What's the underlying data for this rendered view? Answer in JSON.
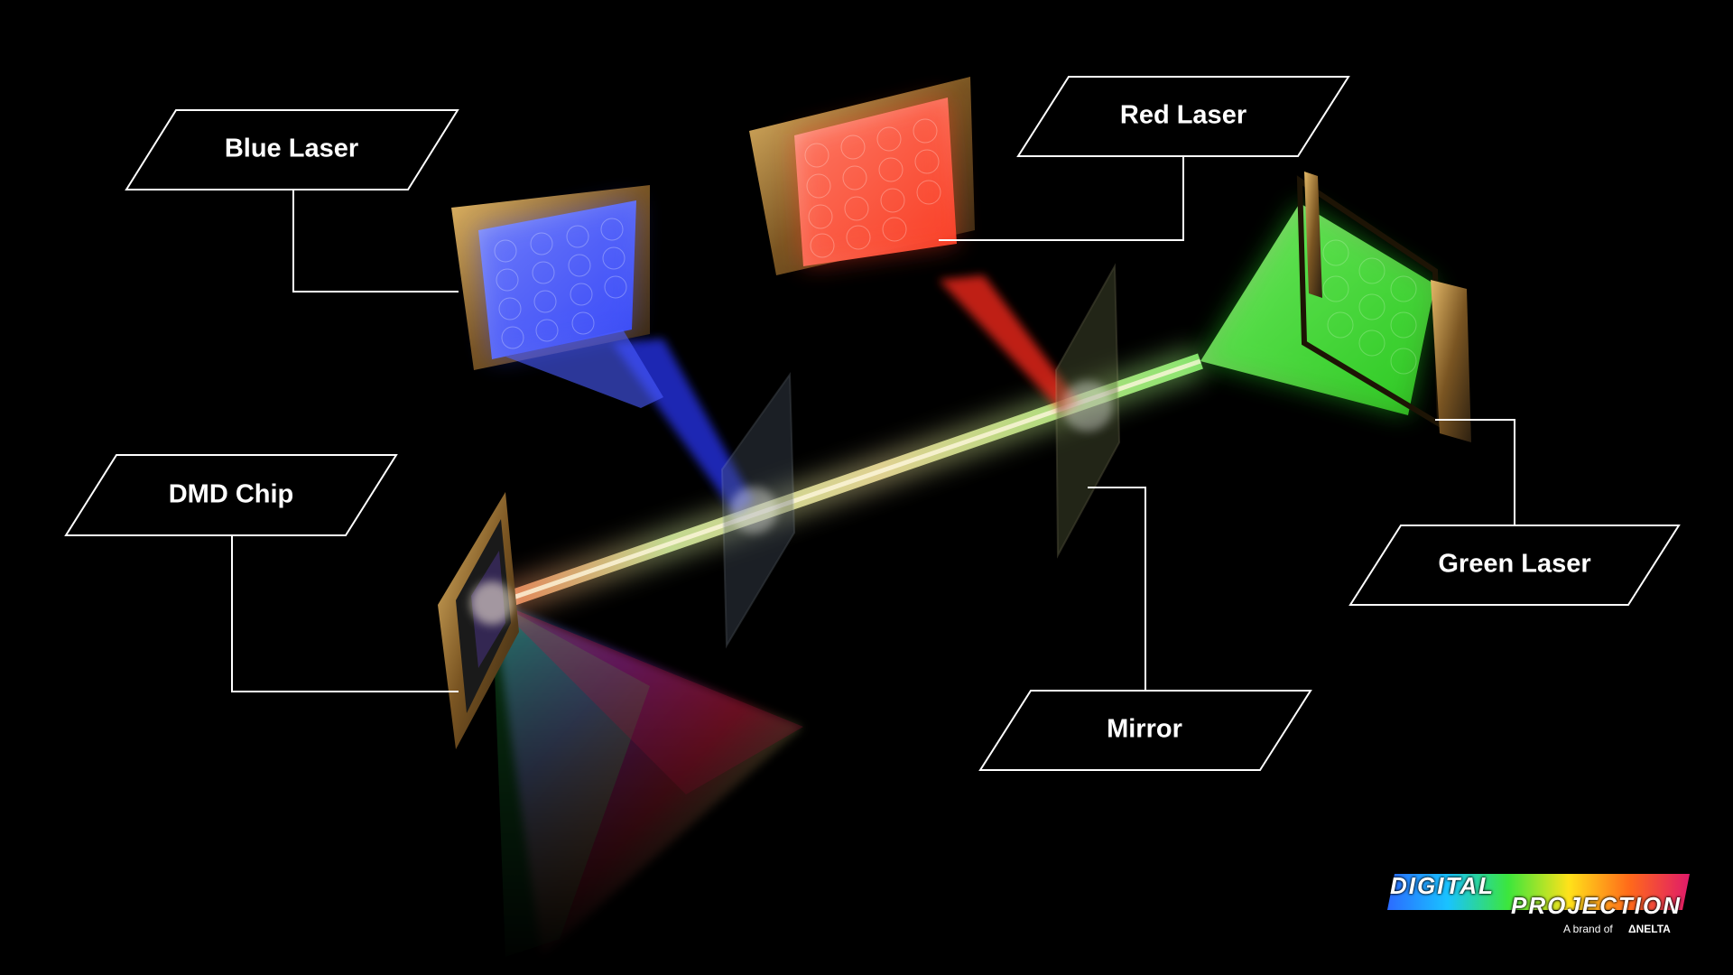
{
  "labels": {
    "blue_laser": "Blue Laser",
    "red_laser": "Red Laser",
    "dmd_chip": "DMD Chip",
    "green_laser": "Green Laser",
    "mirror": "Mirror"
  },
  "logo": {
    "word1": "DIGITAL",
    "word2": "PROJECTION",
    "tagline": "A brand of",
    "parent": "ΔNELTA"
  },
  "colors": {
    "background": "#000000",
    "blue": "#2f3dff",
    "red": "#ff2a1a",
    "green": "#39d92a",
    "beam": "#ffe9a8",
    "label_stroke": "#ffffff",
    "frame": "#b58a3a"
  }
}
